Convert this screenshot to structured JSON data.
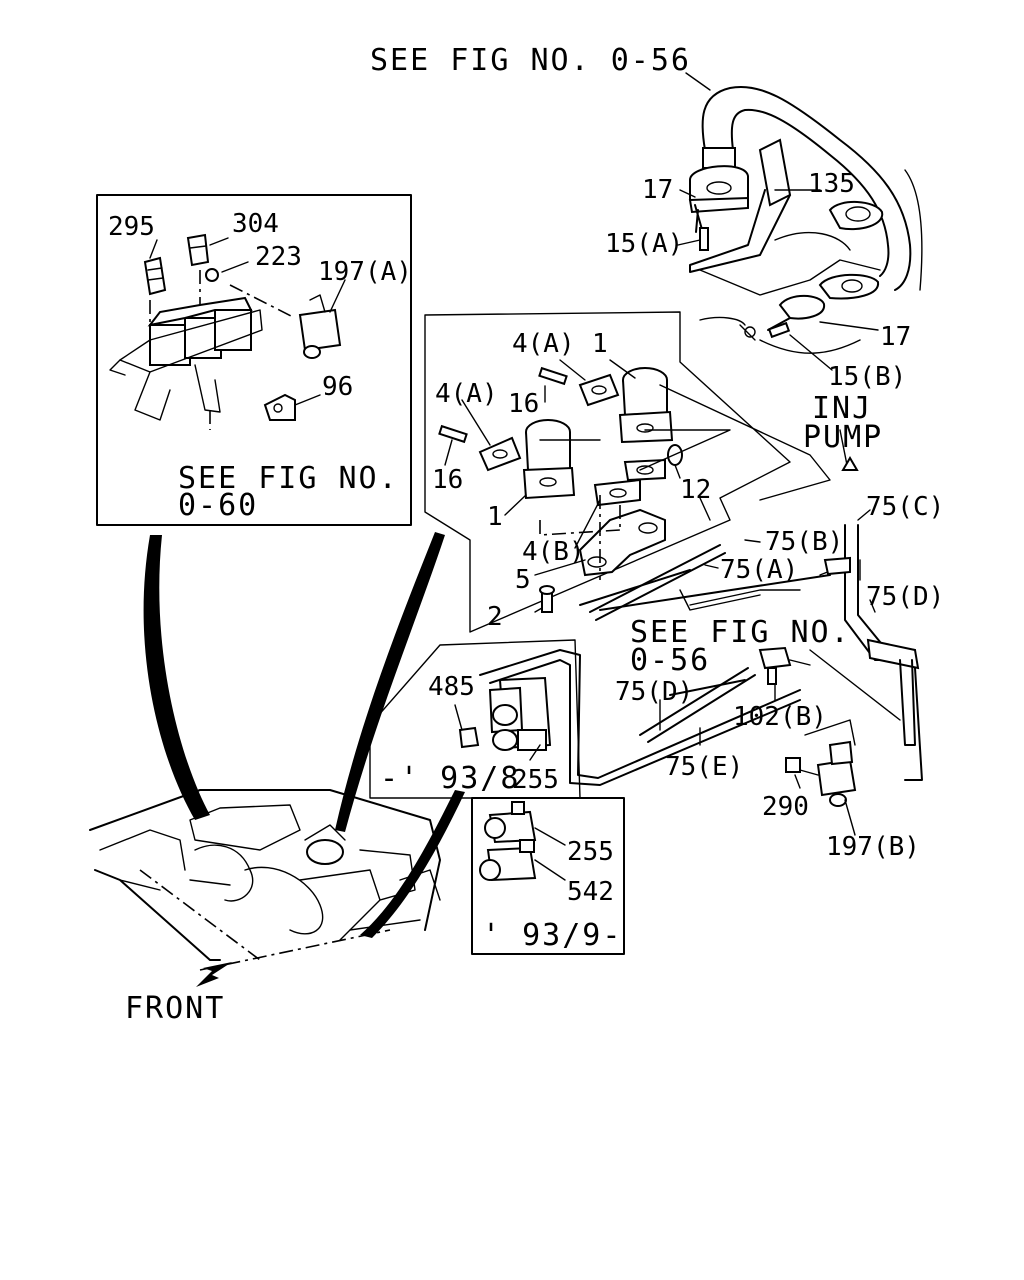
{
  "references": {
    "top": "SEE FIG NO. 0-56",
    "inset_line1": "SEE FIG NO.",
    "inset_line2": "0-60",
    "mid_line1": "SEE FIG NO.",
    "mid_line2": "0-56"
  },
  "notes": {
    "inj_line1": "INJ",
    "inj_line2": "PUMP",
    "front": "FRONT"
  },
  "date_ranges": {
    "early": "-' 93/8",
    "late": "' 93/9-"
  },
  "callouts": {
    "c295": "295",
    "c304": "304",
    "c223": "223",
    "c197a": "197(A)",
    "c96": "96",
    "c17_top": "17",
    "c15a": "15(A)",
    "c135": "135",
    "c17_right": "17",
    "c15b": "15(B)",
    "c4a_upper": "4(A)",
    "c1_upper": "1",
    "c4a_left": "4(A)",
    "c16_upper": "16",
    "c16_lower": "16",
    "c12": "12",
    "c1_lower": "1",
    "c4b": "4(B)",
    "c75b": "75(B)",
    "c75c": "75(C)",
    "c5": "5",
    "c75a": "75(A)",
    "c75d_right": "75(D)",
    "c2": "2",
    "c485": "485",
    "c75d_mid": "75(D)",
    "c102b": "102(B)",
    "c75e": "75(E)",
    "c255_upper": "255",
    "c290": "290",
    "c255_lower": "255",
    "c542": "542",
    "c197b": "197(B)"
  }
}
